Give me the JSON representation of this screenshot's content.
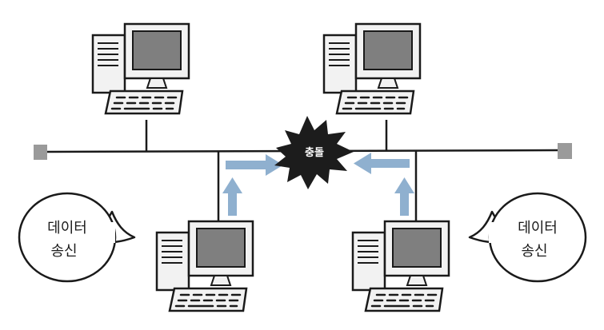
{
  "collision": {
    "label": "충돌"
  },
  "bubbles": {
    "left": {
      "line1": "데이터",
      "line2": "송신"
    },
    "right": {
      "line1": "데이터",
      "line2": "송신"
    }
  },
  "colors": {
    "arrow": "#8fb0cf",
    "screen": "#7f7f7f",
    "terminator": "#9a9a9a",
    "burst": "#1c1c1c",
    "case": "#f2f2f2",
    "outline": "#1a1a1a"
  }
}
